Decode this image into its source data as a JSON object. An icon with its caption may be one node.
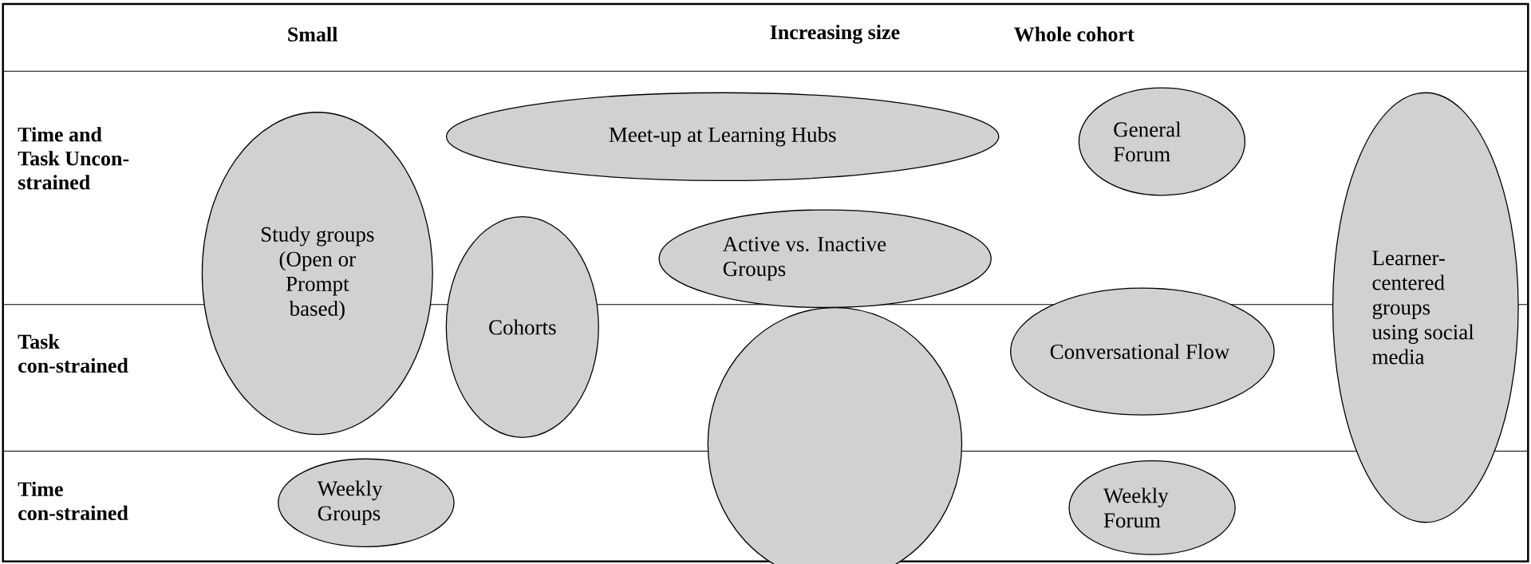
{
  "diagram": {
    "nodes": [
      {
        "text": [
          "Study groups (Open or Prompt based)"
        ]
      },
      {
        "text": [
          "Cohorts"
        ]
      },
      {
        "text": [
          "Meet-up at Learning Hubs"
        ]
      },
      {
        "text": [
          "Active vs. Inactive Groups"
        ]
      },
      {
        "text": [
          "General Forum"
        ]
      },
      {
        "text": [
          "Learner-centered groups using social media"
        ]
      },
      {
        "text": [],
        "shape": "circle"
      },
      {
        "text": [
          "Conversational Flow"
        ]
      },
      {
        "text": [
          "Weekly Groups"
        ]
      },
      {
        "text": [
          "Weekly Forum"
        ]
      }
    ],
    "labels": [
      "Small",
      "Increasing size",
      "Whole cohort",
      "Time and Task Uncon-strained",
      "Task con-strained",
      "Time con-strained"
    ]
  }
}
